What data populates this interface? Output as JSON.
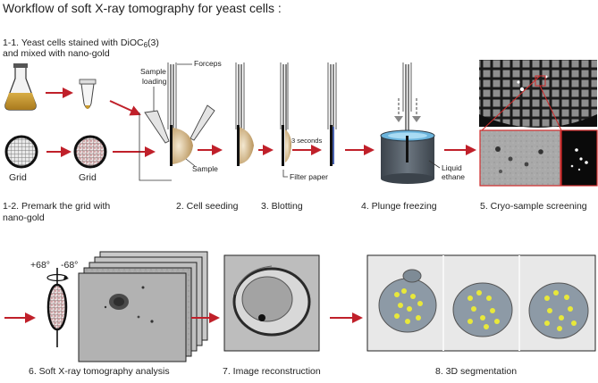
{
  "title": "Workflow of soft X-ray tomography for yeast cells :",
  "step_1_1": {
    "line1": "1-1. Yeast cells stained with DiOC",
    "sub": "6",
    "line1_end": "(3)",
    "line2": "and mixed with nano-gold"
  },
  "step_1_2": {
    "line1": "1-2. Premark the grid with",
    "line2": "nano-gold",
    "grid_label_1": "Grid",
    "grid_label_2": "Grid"
  },
  "step_2": {
    "caption": "2. Cell seeding",
    "forceps": "Forceps",
    "sample_loading_1": "Sample",
    "sample_loading_2": "loading",
    "sample": "Sample"
  },
  "step_3": {
    "caption": "3. Blotting",
    "duration": "3 seconds",
    "filter_paper": "Filter paper"
  },
  "step_4": {
    "caption": "4. Plunge freezing",
    "liquid_1": "Liquid",
    "liquid_2": "ethane"
  },
  "step_5": {
    "caption": "5. Cryo-sample screening"
  },
  "step_6": {
    "caption": "6. Soft X-ray tomography analysis",
    "angle_pos": "+68°",
    "angle_neg": "-68°"
  },
  "step_7": {
    "caption": "7. Image reconstruction"
  },
  "step_8": {
    "caption": "8. 3D segmentation"
  },
  "colors": {
    "arrow": "#c0202a",
    "flask_liquid": "#c99a2e",
    "highlight": "#e8e83a",
    "ethane": "#4d5760"
  }
}
